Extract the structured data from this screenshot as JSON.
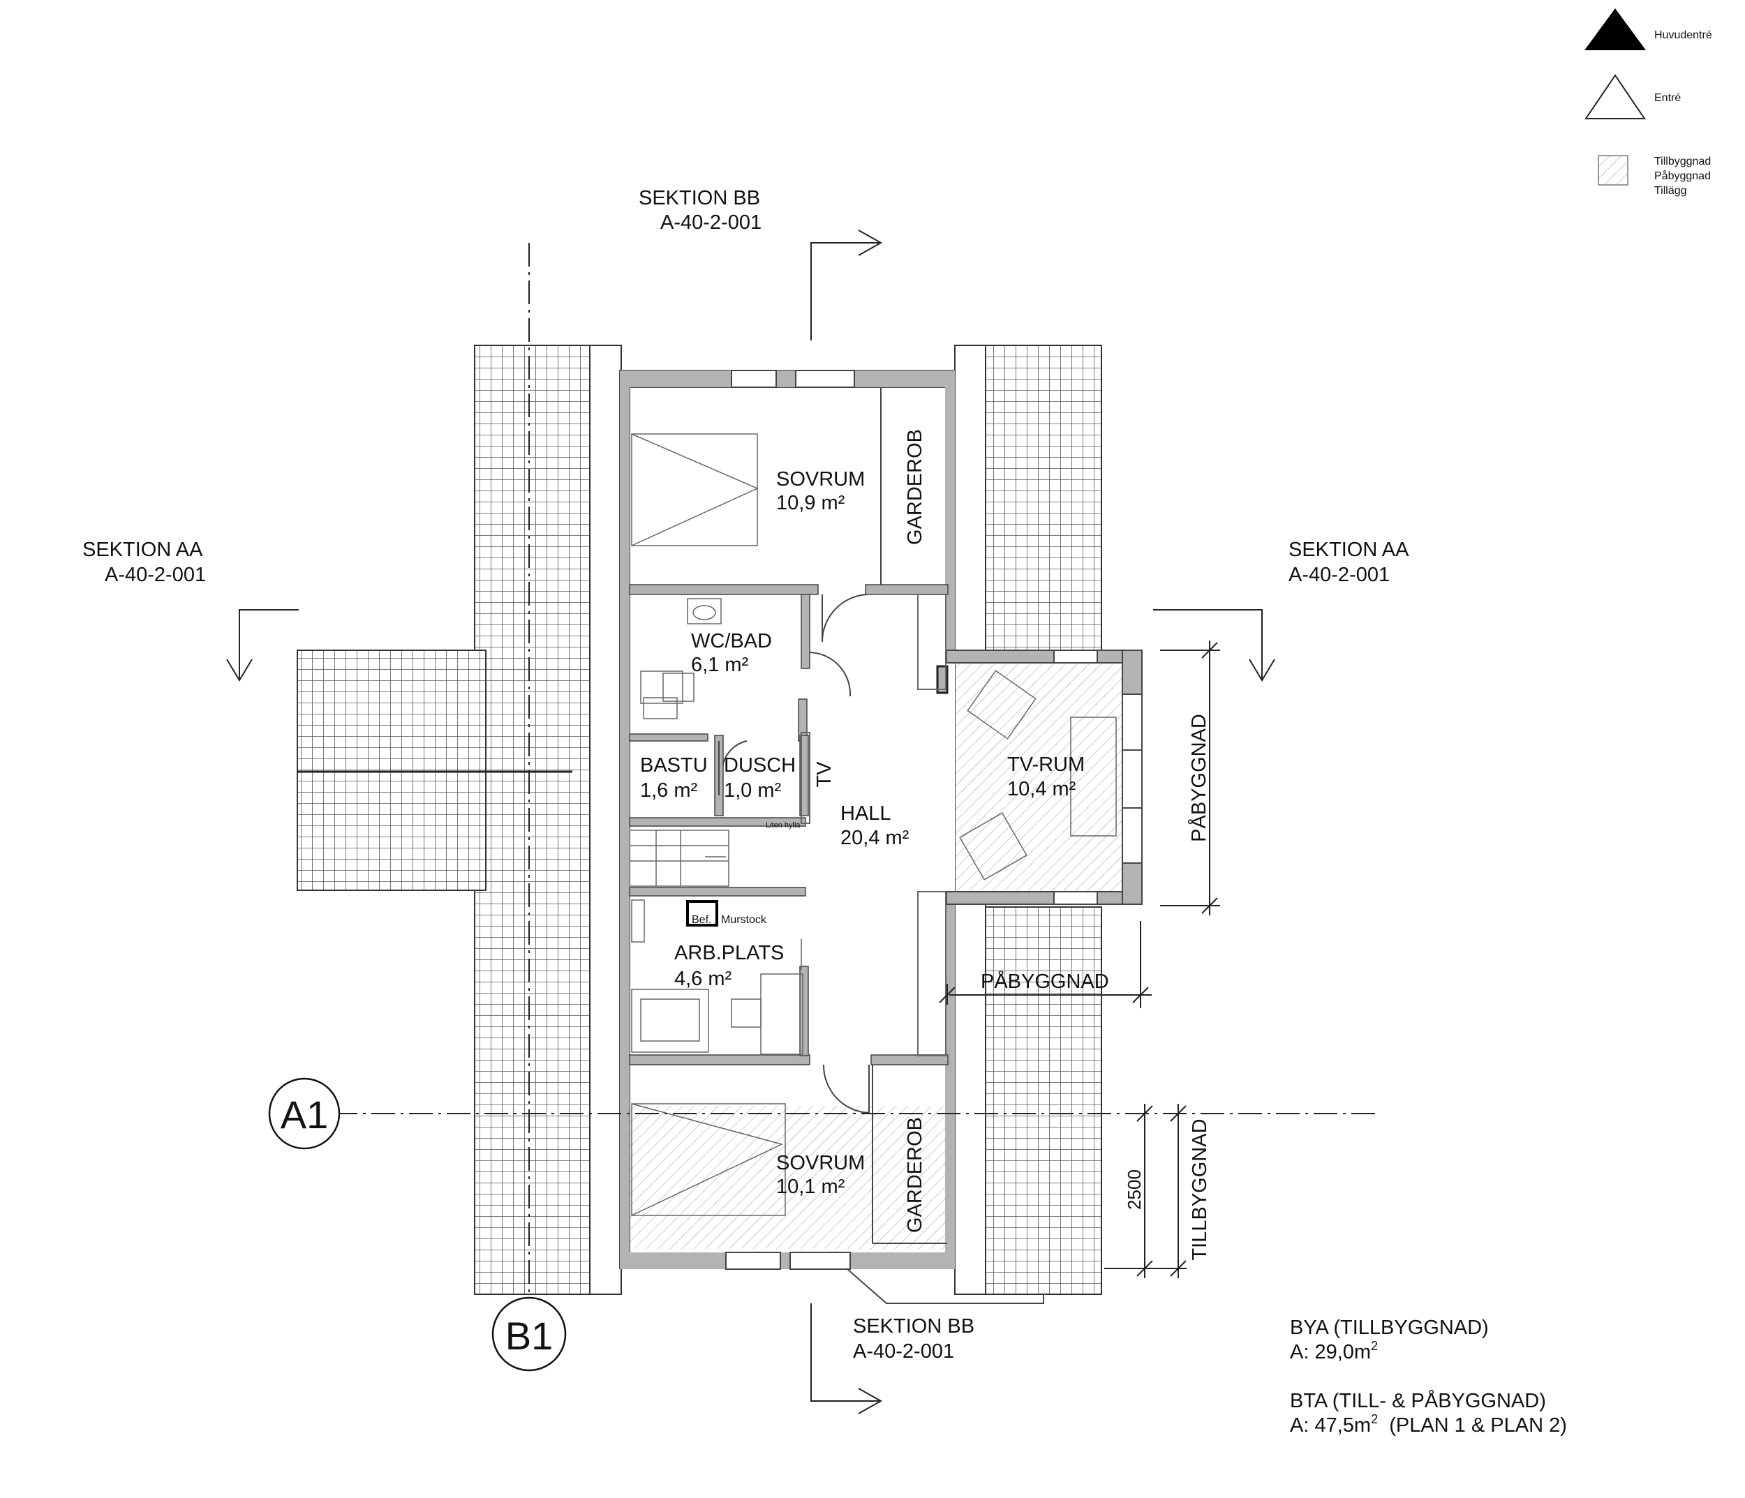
{
  "legend": {
    "main_entrance": "Huvudentré",
    "entrance": "Entré",
    "extension_lines": [
      "Tillbyggnad",
      "Påbyggnad",
      "Tillägg"
    ]
  },
  "sections": {
    "bb_top_title": "SEKTION BB",
    "bb_top_ref": "A-40-2-001",
    "aa_left_title": "SEKTION AA",
    "aa_left_ref": "A-40-2-001",
    "aa_right_title": "SEKTION AA",
    "aa_right_ref": "A-40-2-001",
    "bb_bottom_title": "SEKTION BB",
    "bb_bottom_ref": "A-40-2-001"
  },
  "axes": {
    "horizontal": "A1",
    "vertical": "B1"
  },
  "rooms": {
    "sovrum_top_name": "SOVRUM",
    "sovrum_top_area": "10,9 m²",
    "garderob_top": "GARDEROB",
    "wcbad_name": "WC/BAD",
    "wcbad_area": "6,1 m²",
    "bastu_name": "BASTU",
    "bastu_area": "1,6 m²",
    "dusch_name": "DUSCH",
    "dusch_area": "1,0 m²",
    "tv_label": "TV",
    "shelf_label": "Liten hylla",
    "hall_name": "HALL",
    "hall_area": "20,4 m²",
    "tvrum_name": "TV-RUM",
    "tvrum_area": "10,4 m²",
    "murstock_prefix": "Bef.",
    "murstock_label": "Murstock",
    "arb_name": "ARB.PLATS",
    "arb_area": "4,6 m²",
    "sovrum_bottom_name": "SOVRUM",
    "sovrum_bottom_area": "10,1 m²",
    "garderob_bottom": "GARDEROB"
  },
  "dimensions": {
    "pabyggnad_vertical": "PÅBYGGNAD",
    "pabyggnad_horizontal": "PÅBYGGNAD",
    "dim_2500": "2500",
    "tillbyggnad_vertical": "TILLBYGGNAD"
  },
  "areas": {
    "bya_title": "BYA (TILLBYGGNAD)",
    "bya_value_prefix": "A: 29,0m",
    "bya_value_exp": "2",
    "bta_title": "BTA (TILL- & PÅBYGGNAD)",
    "bta_value_prefix": "A: 47,5m",
    "bta_value_exp": "2",
    "bta_value_suffix": "  (PLAN 1 & PLAN 2)"
  }
}
